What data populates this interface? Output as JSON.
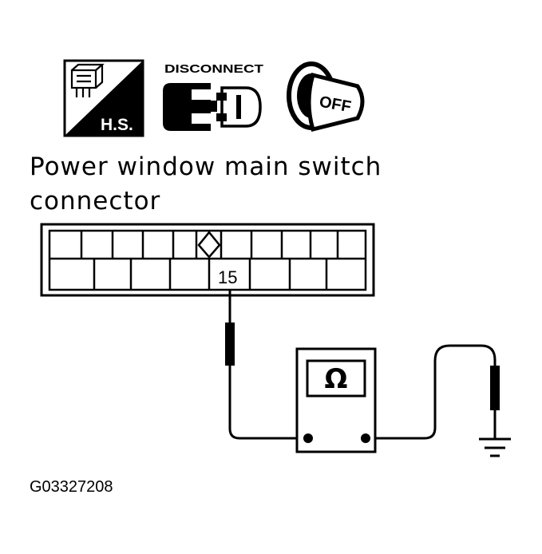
{
  "icons": {
    "harness_side": {
      "label": "H.S."
    },
    "disconnect": {
      "label": "DISCONNECT"
    },
    "ignition": {
      "label": "OFF"
    }
  },
  "caption": {
    "line1": "Power window main switch",
    "line2": "connector"
  },
  "connector": {
    "terminal_label": "15"
  },
  "meter": {
    "symbol": "Ω"
  },
  "figure_code": "G03327208"
}
